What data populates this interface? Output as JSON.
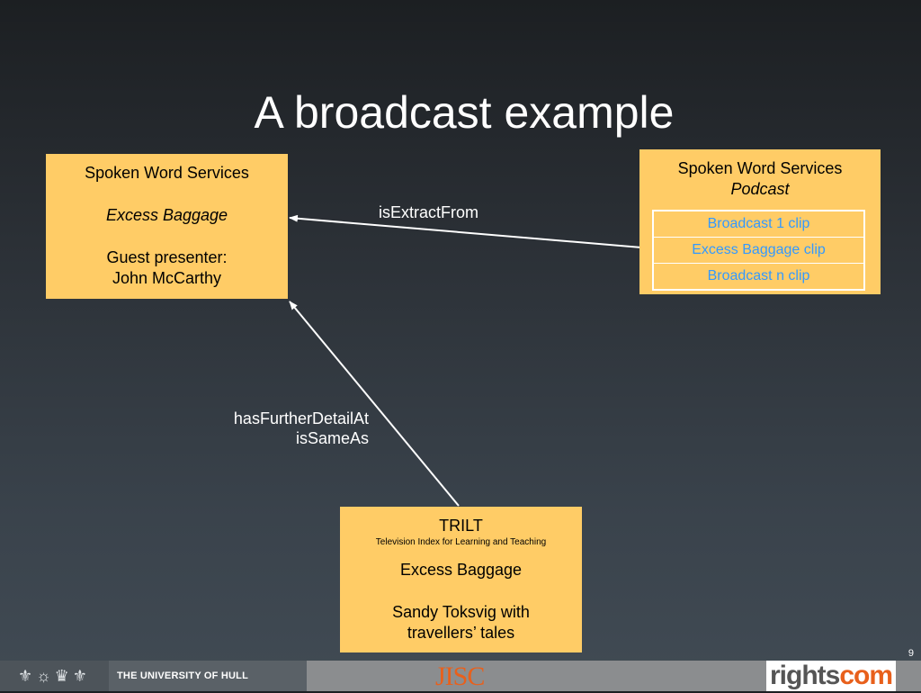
{
  "slide": {
    "title": "A broadcast example",
    "page_number": "9"
  },
  "left_box": {
    "line1": "Spoken Word Services",
    "line2": "Excess Baggage",
    "line3": "Guest presenter:",
    "line4": "John McCarthy"
  },
  "right_box": {
    "line1": "Spoken Word Services",
    "line2": "Podcast",
    "clips": [
      "Broadcast 1 clip",
      "Excess Baggage clip",
      "Broadcast n clip"
    ]
  },
  "bottom_box": {
    "line1": "TRILT",
    "line2": "Television Index for Learning and Teaching",
    "line3": "Excess Baggage",
    "line4": "Sandy Toksvig with",
    "line5": "travellers’ tales"
  },
  "relations": {
    "extract": "isExtractFrom",
    "further_1": "hasFurtherDetailAt",
    "further_2": "isSameAs"
  },
  "footer": {
    "university": "THE UNIVERSITY OF HULL",
    "jisc": "JISC",
    "rightscom_1": "rights",
    "rightscom_2": "com"
  },
  "colors": {
    "box_fill": "#ffcc66",
    "clip_text": "#3399ff",
    "accent_orange": "#e8601c"
  }
}
